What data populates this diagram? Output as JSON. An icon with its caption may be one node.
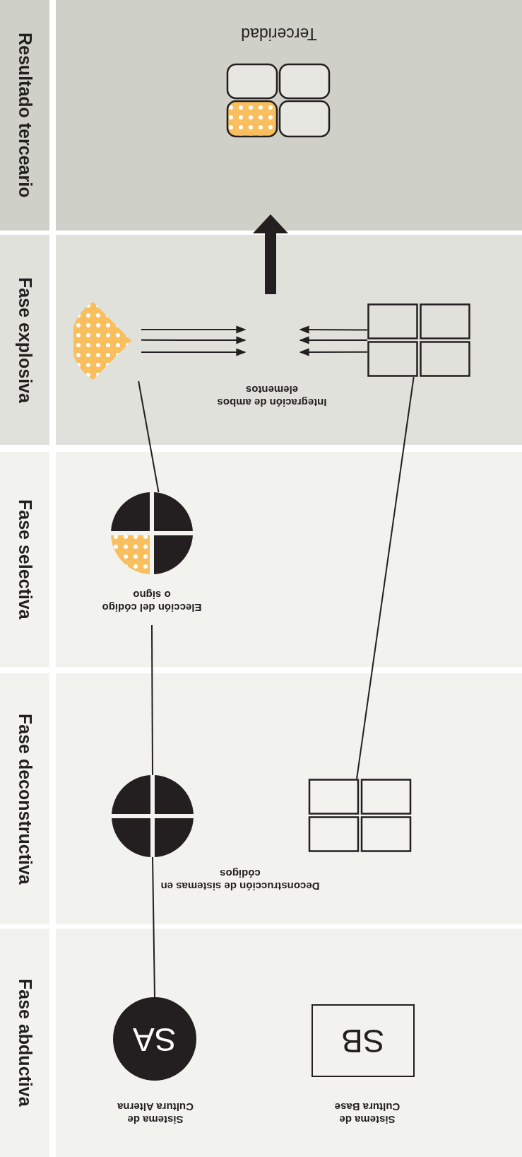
{
  "diagram": {
    "nodes": [
      {
        "text": [
          "Resultado terceario"
        ]
      },
      {
        "text": [
          "Terceridad"
        ],
        "in": 0
      },
      {
        "text": [
          "Fase explosiva"
        ]
      },
      {
        "text": [],
        "shape": "sector",
        "in": 2
      },
      {
        "text": [],
        "shape": "box",
        "in": 2
      },
      {
        "text": [
          "Fase selectiva"
        ]
      },
      {
        "text": [
          "Elección del código o signo"
        ],
        "in": 5
      },
      {
        "text": [
          "Fase deconstructiva"
        ]
      },
      {
        "text": [],
        "shape": "circle",
        "in": 7
      },
      {
        "text": [],
        "shape": "box",
        "in": 7
      },
      {
        "text": [
          "Fase abductiva"
        ]
      },
      {
        "text": [
          "SA"
        ],
        "in": 10,
        "beside": [
          "Sistema de Cultura Alterna"
        ]
      },
      {
        "text": [
          "SB"
        ],
        "in": 10,
        "beside": [
          "Sistema de Cultura Base"
        ]
      }
    ],
    "edges": [
      {
        "from": 11,
        "to": 8,
        "arrow": "none"
      },
      {
        "from": 8,
        "to": 6,
        "arrow": "none"
      },
      {
        "from": 6,
        "to": 3,
        "arrow": "none"
      },
      {
        "from": 9,
        "to": 4,
        "arrow": "none"
      },
      {
        "from": 3,
        "to": null,
        "arrow": "to"
      },
      {
        "from": 3,
        "to": null,
        "arrow": "to"
      },
      {
        "from": 3,
        "to": null,
        "arrow": "to"
      },
      {
        "from": 4,
        "to": null,
        "arrow": "to"
      },
      {
        "from": 4,
        "to": null,
        "arrow": "to"
      },
      {
        "from": 4,
        "to": null,
        "arrow": "to"
      }
    ],
    "labels": [
      "Integración de ambos elementos",
      "Deconstrucción de sistemas en códigos"
    ]
  }
}
